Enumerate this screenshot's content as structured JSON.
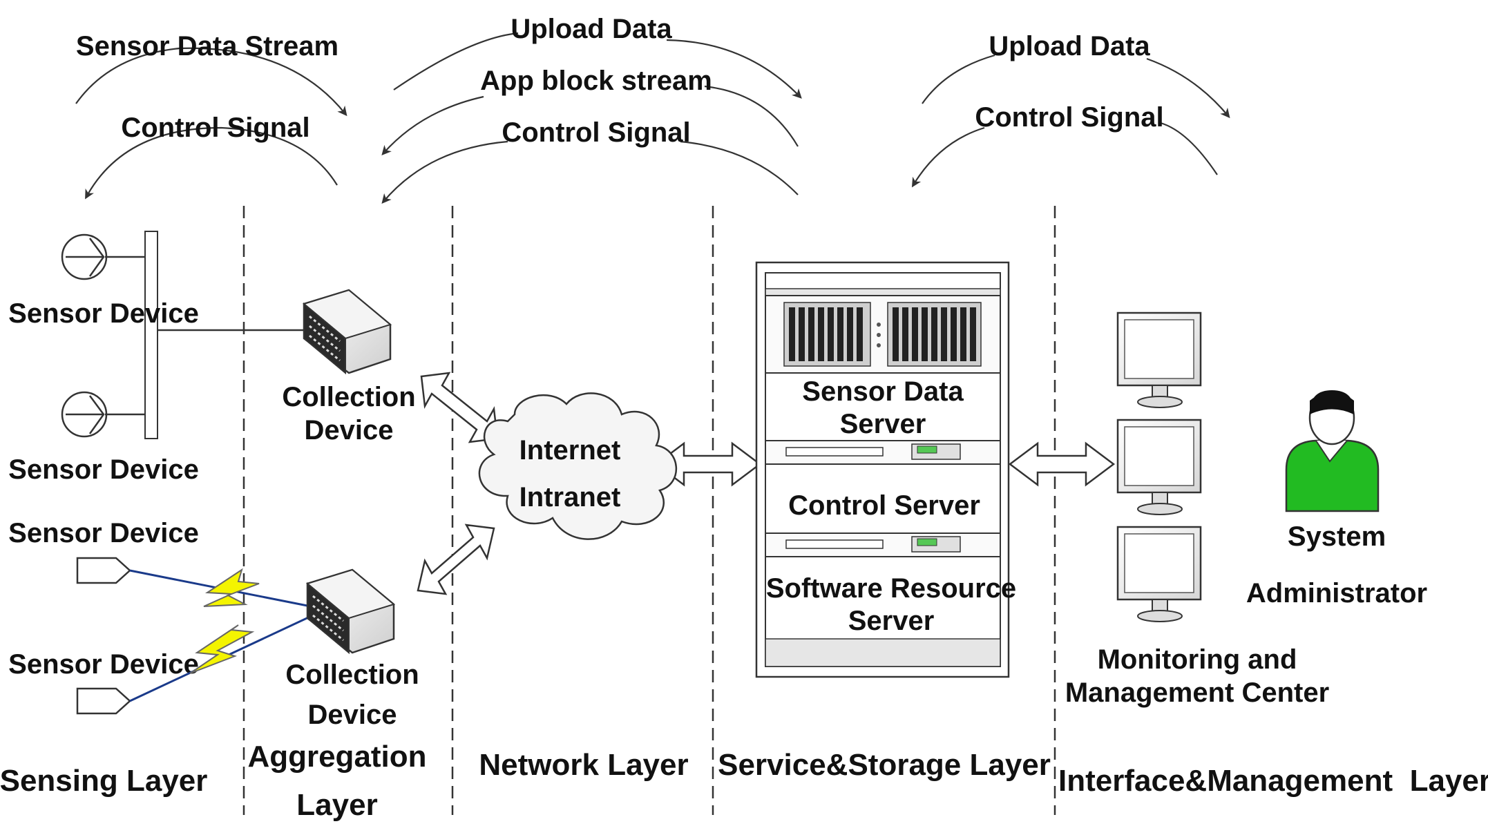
{
  "flow_labels": {
    "sensor_data_stream": "Sensor Data Stream",
    "control_signal_left": "Control Signal",
    "upload_data_mid": "Upload Data",
    "app_block_stream": "App block stream",
    "control_signal_mid": "Control Signal",
    "upload_data_right": "Upload Data",
    "control_signal_right": "Control Signal"
  },
  "devices": {
    "sensor_1": "Sensor Device",
    "sensor_2": "Sensor Device",
    "sensor_3": "Sensor Device",
    "sensor_4": "Sensor Device",
    "collection_1_line1": "Collection",
    "collection_1_line2": "Device",
    "collection_2_line1": "Collection",
    "collection_2_line2": "Device",
    "cloud_line1": "Internet",
    "cloud_line2": "Intranet",
    "server_sensor_line1": "Sensor Data",
    "server_sensor_line2": "Server",
    "server_control": "Control Server",
    "server_software_line1": "Software Resource",
    "server_software_line2": "Server",
    "monitoring_line1": "Monitoring and",
    "monitoring_line2": "Management Center",
    "admin_line1": "System",
    "admin_line2": "Administrator"
  },
  "layers": {
    "sensing": "Sensing Layer",
    "aggregation_line1": "Aggregation",
    "aggregation_line2": "Layer",
    "network": "Network Layer",
    "service": "Service&Storage Layer",
    "interface": "Interface&Management  Layer"
  },
  "colors": {
    "lightning": "#f4f400",
    "admin_body": "#22bb22",
    "wire": "#1a3a8a"
  }
}
